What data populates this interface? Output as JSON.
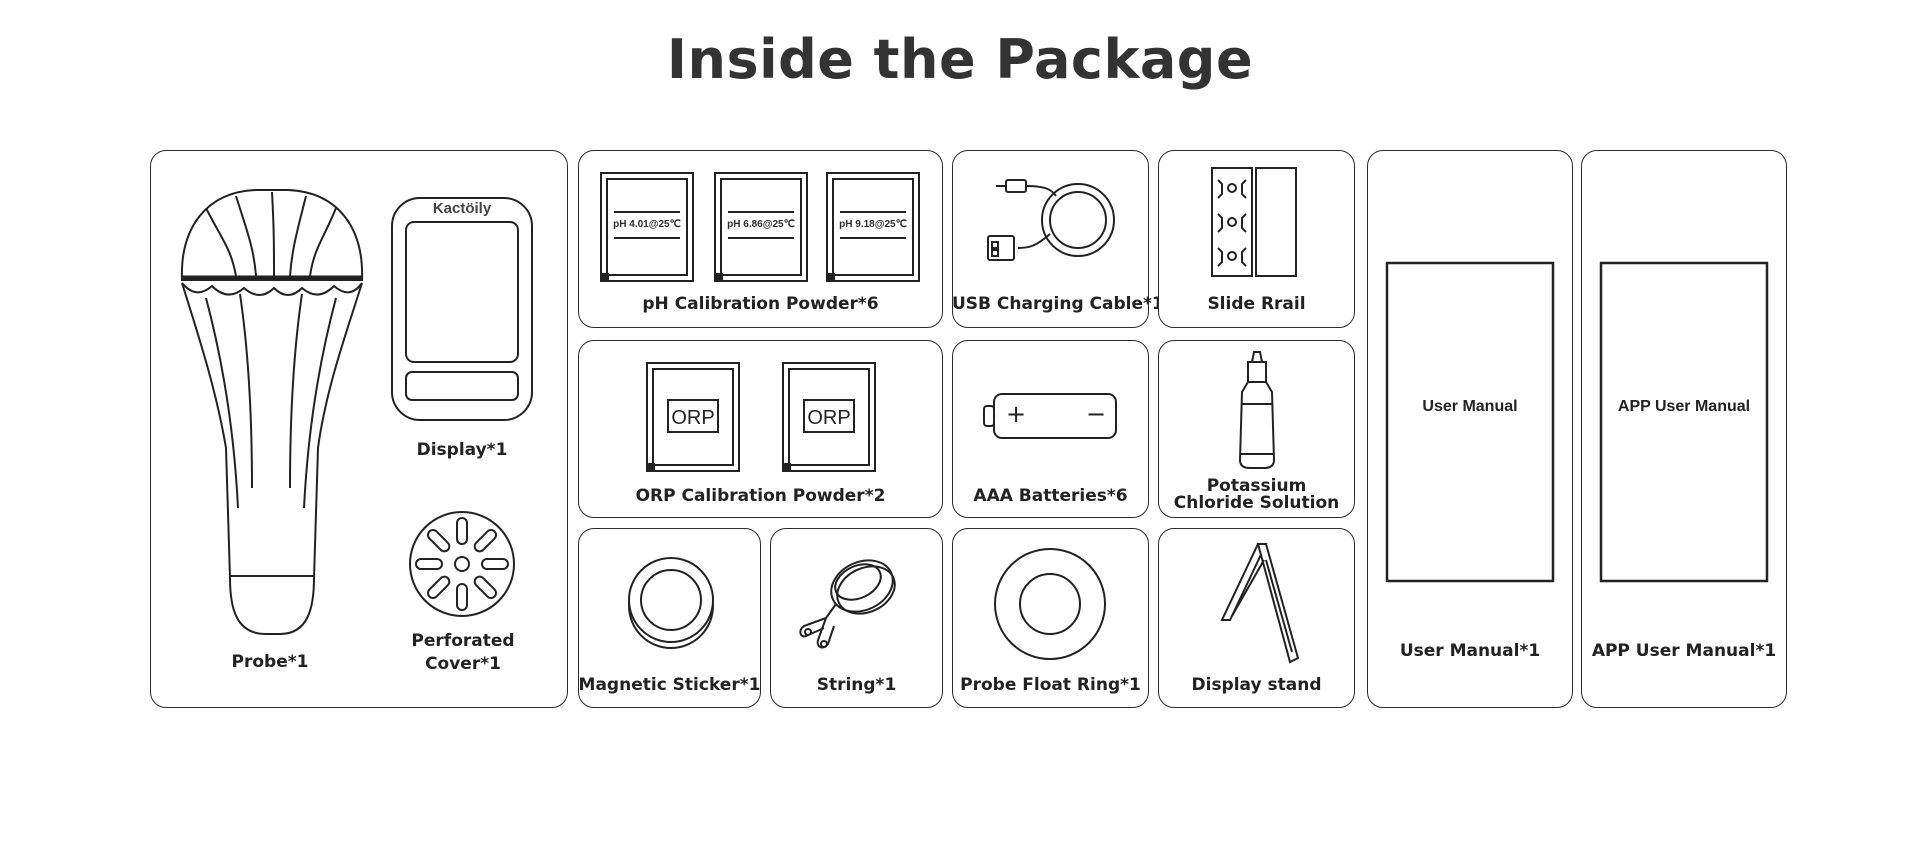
{
  "page": {
    "title": "Inside the Package"
  },
  "items": {
    "probe": "Probe*1",
    "display": "Display*1",
    "display_brand": "Kactöily",
    "perforated_cover": "Perforated Cover*1",
    "ph_powder": "pH Calibration Powder*6",
    "ph_packets": [
      "pH 4.01@25℃",
      "pH 6.86@25℃",
      "pH 9.18@25℃"
    ],
    "usb_cable": "USB Charging Cable*1",
    "slide_rail": "Slide Rrail",
    "orp_powder": "ORP Calibration Powder*2",
    "orp_packets": [
      "ORP",
      "ORP"
    ],
    "batteries": "AAA Batteries*6",
    "battery_symbols": {
      "plus": "+",
      "minus": "−"
    },
    "kcl_solution": "Potassium Chloride Solution",
    "magnetic_sticker": "Magnetic Sticker*1",
    "string": "String*1",
    "float_ring": "Probe Float Ring*1",
    "display_stand": "Display stand",
    "user_manual_cover": "User Manual",
    "user_manual": "User Manual*1",
    "app_manual_cover": "APP User Manual",
    "app_manual": "APP User Manual*1"
  }
}
